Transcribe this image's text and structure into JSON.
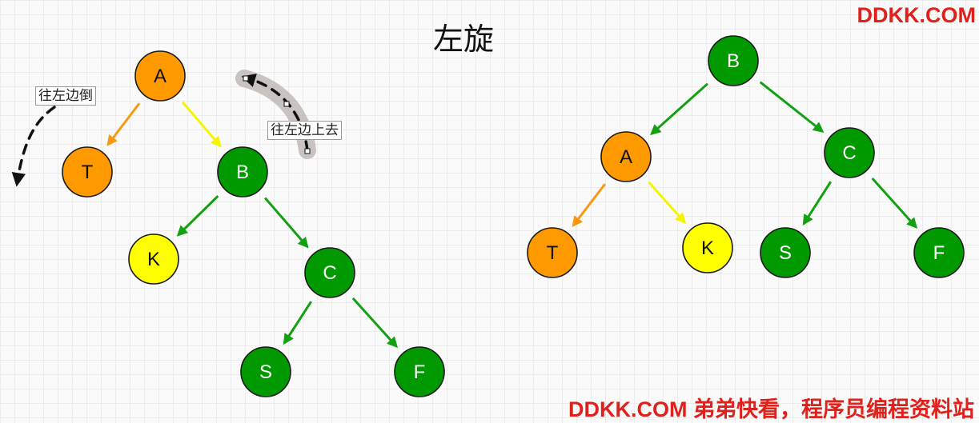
{
  "title": "左旋",
  "watermark_top": "DDKK.COM",
  "watermark_bottom": "DDKK.COM 弟弟快看，程序员编程资料站",
  "annotations": {
    "fall_left": "往左边倒",
    "move_up_left": "往左边上去"
  },
  "colors": {
    "orange": "#ff9900",
    "yellow": "#ffff00",
    "green": "#009900",
    "edge_orange": "#f59a12",
    "edge_yellow": "#f5f500",
    "edge_green": "#13a013",
    "watermark": "#e0201b"
  },
  "trees": {
    "before": {
      "nodes": [
        {
          "label": "A",
          "color": "orange"
        },
        {
          "label": "T",
          "color": "orange"
        },
        {
          "label": "B",
          "color": "green"
        },
        {
          "label": "K",
          "color": "yellow"
        },
        {
          "label": "C",
          "color": "green"
        },
        {
          "label": "S",
          "color": "green"
        },
        {
          "label": "F",
          "color": "green"
        }
      ],
      "edges": [
        {
          "from": "A",
          "to": "T",
          "color": "edge_orange"
        },
        {
          "from": "A",
          "to": "B",
          "color": "edge_yellow"
        },
        {
          "from": "B",
          "to": "K",
          "color": "edge_green"
        },
        {
          "from": "B",
          "to": "C",
          "color": "edge_green"
        },
        {
          "from": "C",
          "to": "S",
          "color": "edge_green"
        },
        {
          "from": "C",
          "to": "F",
          "color": "edge_green"
        }
      ]
    },
    "after": {
      "nodes": [
        {
          "label": "B",
          "color": "green"
        },
        {
          "label": "A",
          "color": "orange"
        },
        {
          "label": "C",
          "color": "green"
        },
        {
          "label": "T",
          "color": "orange"
        },
        {
          "label": "K",
          "color": "yellow"
        },
        {
          "label": "S",
          "color": "green"
        },
        {
          "label": "F",
          "color": "green"
        }
      ],
      "edges": [
        {
          "from": "B",
          "to": "A",
          "color": "edge_green"
        },
        {
          "from": "B",
          "to": "C",
          "color": "edge_green"
        },
        {
          "from": "A",
          "to": "T",
          "color": "edge_orange"
        },
        {
          "from": "A",
          "to": "K",
          "color": "edge_yellow"
        },
        {
          "from": "C",
          "to": "S",
          "color": "edge_green"
        },
        {
          "from": "C",
          "to": "F",
          "color": "edge_green"
        }
      ]
    }
  }
}
